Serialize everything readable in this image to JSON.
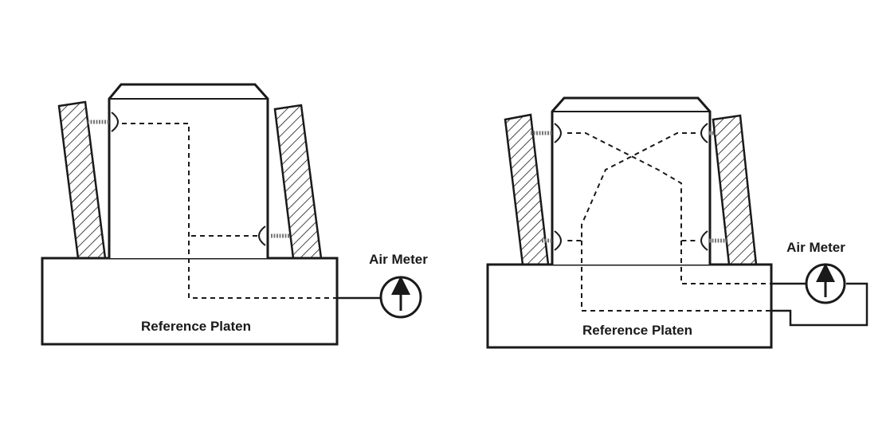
{
  "left_diagram": {
    "platen_label": "Reference Platen",
    "meter_label": "Air Meter"
  },
  "right_diagram": {
    "platen_label": "Reference Platen",
    "meter_label": "Air Meter"
  }
}
